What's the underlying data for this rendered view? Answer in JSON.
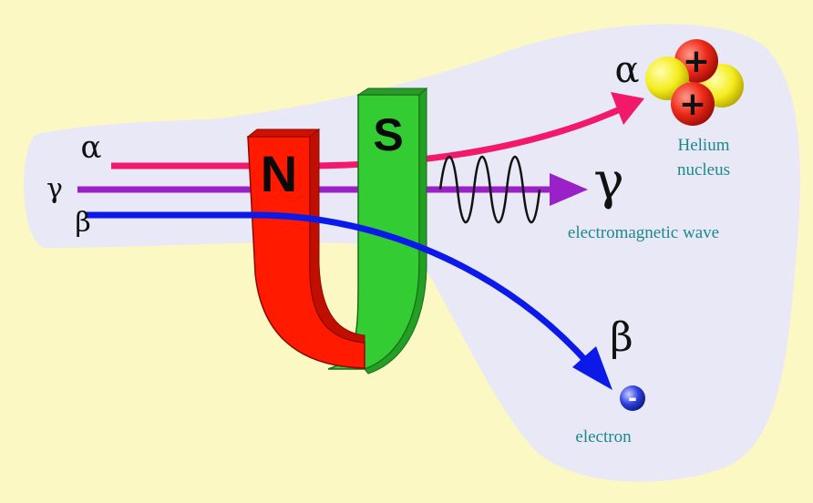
{
  "symbols": {
    "alpha_in": "α",
    "gamma_in": "γ",
    "beta_in": "β",
    "alpha_out": "α",
    "gamma_out": "γ",
    "beta_out": "β"
  },
  "magnet": {
    "north_label": "N",
    "south_label": "S"
  },
  "particles": {
    "proton_sign": "+",
    "electron_sign": "-"
  },
  "labels": {
    "helium_line1": "Helium",
    "helium_line2": "nucleus",
    "wave": "electromagnetic wave",
    "electron": "electron"
  },
  "colors": {
    "background": "#fbf8c4",
    "cloud": "#e8e8f6",
    "alpha": "#f2186a",
    "gamma": "#9a20c8",
    "beta": "#0b1ae8",
    "north_pole": "#ff1a00",
    "south_pole": "#33cc33",
    "label_teal": "#1a8a8a"
  }
}
